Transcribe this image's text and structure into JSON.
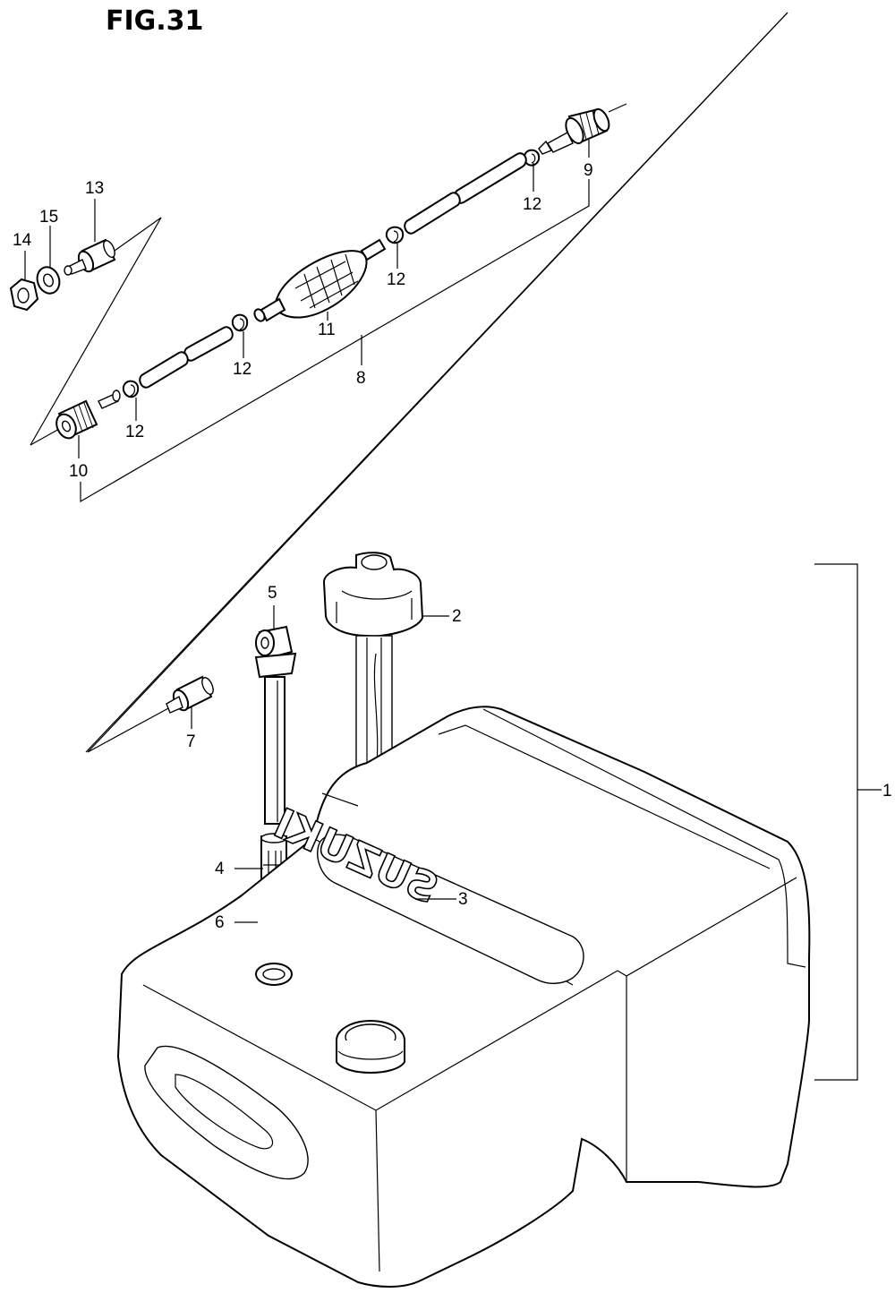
{
  "figure": {
    "title": "FIG.31",
    "brand_marking": "SUZUKI"
  },
  "callouts": [
    {
      "id": "c1",
      "label": "1"
    },
    {
      "id": "c2",
      "label": "2"
    },
    {
      "id": "c3",
      "label": "3"
    },
    {
      "id": "c4",
      "label": "4"
    },
    {
      "id": "c5",
      "label": "5"
    },
    {
      "id": "c6",
      "label": "6"
    },
    {
      "id": "c7",
      "label": "7"
    },
    {
      "id": "c8",
      "label": "8"
    },
    {
      "id": "c9",
      "label": "9"
    },
    {
      "id": "c10",
      "label": "10"
    },
    {
      "id": "c11",
      "label": "11"
    },
    {
      "id": "c12a",
      "label": "12"
    },
    {
      "id": "c12b",
      "label": "12"
    },
    {
      "id": "c12c",
      "label": "12"
    },
    {
      "id": "c12d",
      "label": "12"
    },
    {
      "id": "c13",
      "label": "13"
    },
    {
      "id": "c14",
      "label": "14"
    },
    {
      "id": "c15",
      "label": "15"
    }
  ]
}
